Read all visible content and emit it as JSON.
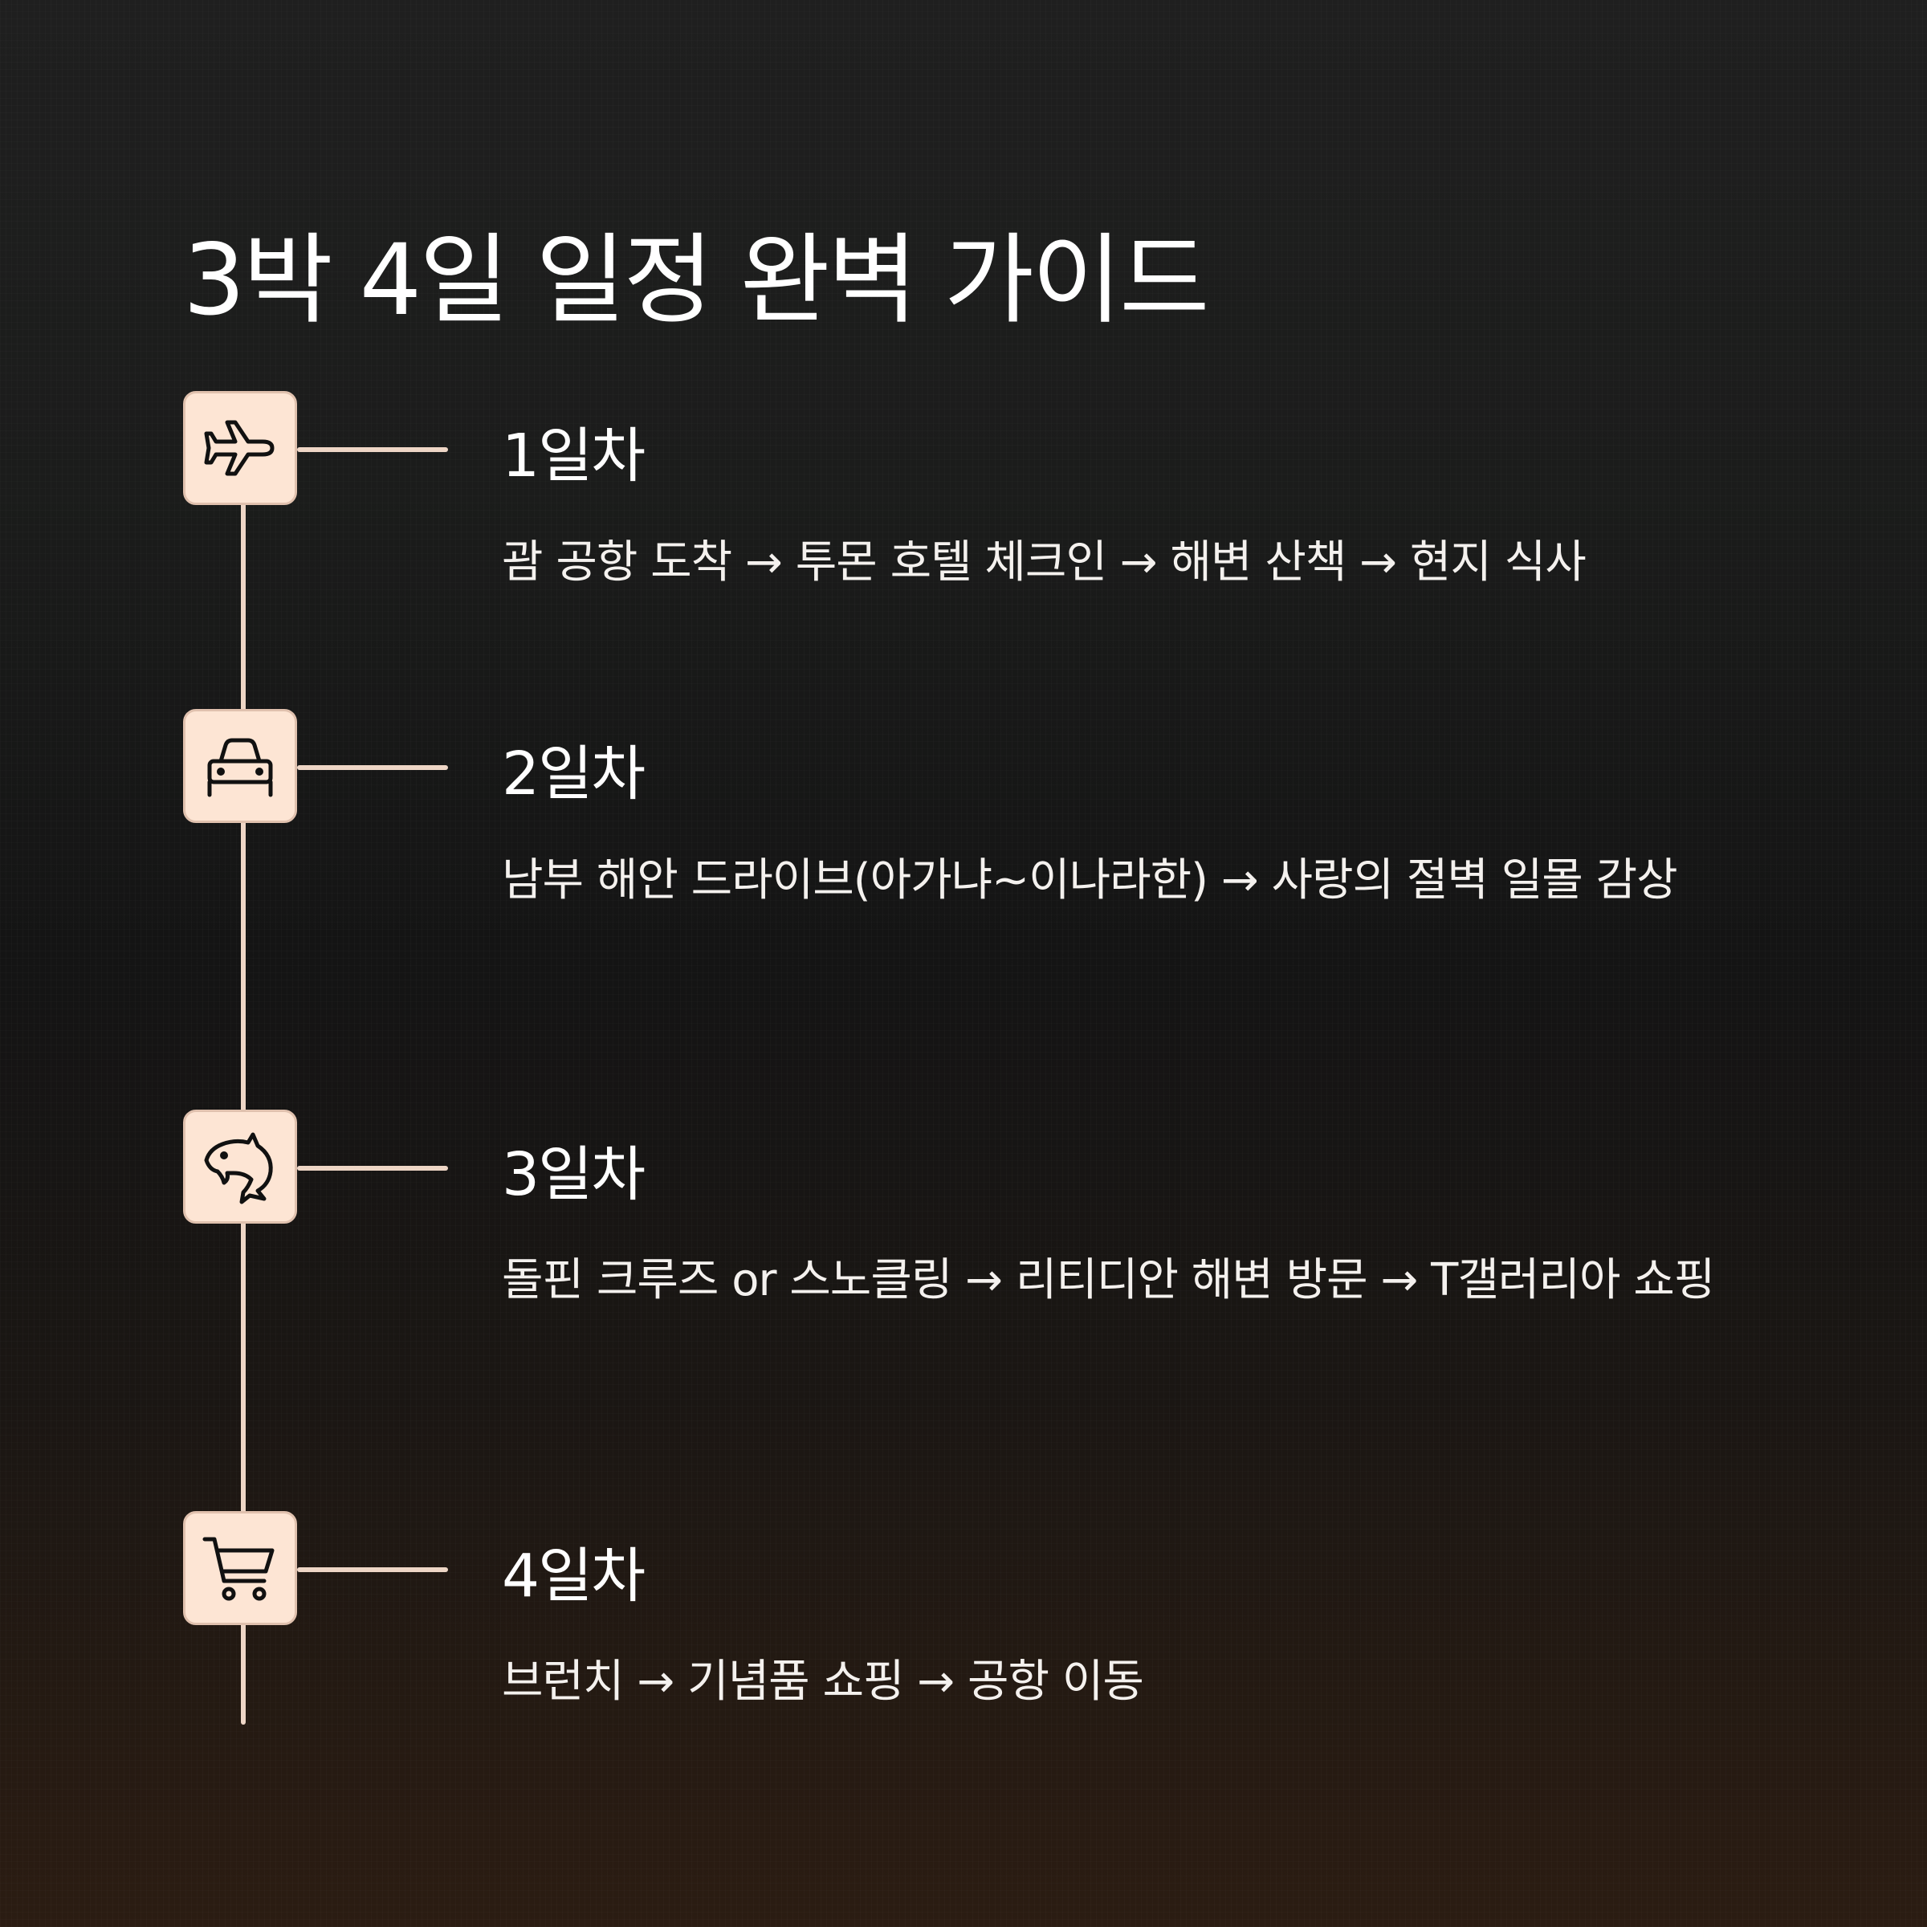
{
  "title": "3박 4일 일정 완벽 가이드",
  "days": [
    {
      "label": "1일차",
      "icon": "airplane-icon",
      "description": "괌 공항 도착 → 투몬 호텔 체크인 → 해변 산책 → 현지 식사"
    },
    {
      "label": "2일차",
      "icon": "car-icon",
      "description": "남부 해안 드라이브(아가냐~이나라한) → 사랑의 절벽 일몰 감상"
    },
    {
      "label": "3일차",
      "icon": "dolphin-icon",
      "description": "돌핀 크루즈 or 스노클링 → 리티디안 해변 방문 → T갤러리아 쇼핑"
    },
    {
      "label": "4일차",
      "icon": "shopping-cart-icon",
      "description": "브런치 → 기념품 쇼핑 → 공항 이동"
    }
  ],
  "colors": {
    "icon_bg": "#fde5d4",
    "line": "#eed6c6",
    "text": "#ffffff"
  }
}
